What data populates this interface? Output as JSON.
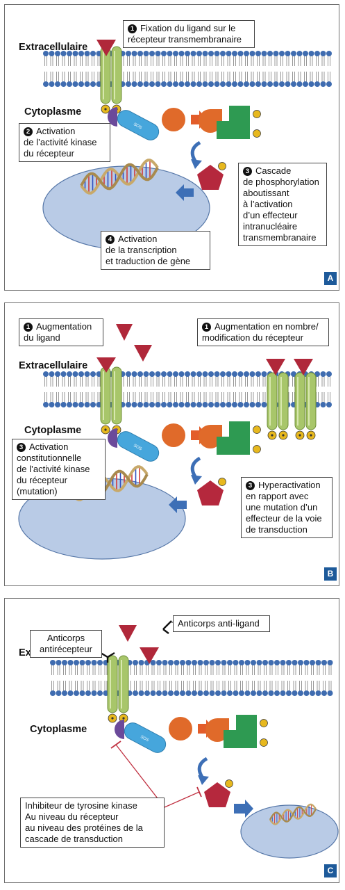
{
  "labels": {
    "extracellulaire": "Extracellulaire",
    "cytoplasme": "Cytoplasme",
    "sos": "SOS",
    "p": "P"
  },
  "panel_a": {
    "letter": "A",
    "step1": {
      "num": "1",
      "lines": [
        "Fixation du ligand sur le",
        "récepteur transmembranaire"
      ]
    },
    "step2": {
      "num": "2",
      "lines": [
        "Activation",
        "de l’activité kinase",
        "du récepteur"
      ]
    },
    "step3": {
      "num": "3",
      "lines": [
        "Cascade",
        "de phosphorylation",
        "aboutissant",
        "à l’activation",
        "d’un effecteur",
        "intranucléaire",
        "transmembranaire"
      ]
    },
    "step4": {
      "num": "4",
      "lines": [
        "Activation",
        "de la transcription",
        "et traduction de gène"
      ]
    }
  },
  "panel_b": {
    "letter": "B",
    "step1a": {
      "num": "1",
      "lines": [
        "Augmentation",
        "du ligand"
      ]
    },
    "step1b": {
      "num": "1",
      "lines": [
        "Augmentation en nombre/",
        "modification du récepteur"
      ]
    },
    "step3a": {
      "num": "3",
      "lines": [
        "Activation",
        "constitutionnelle",
        "de l’activité kinase",
        "du récepteur",
        "(mutation)"
      ]
    },
    "step3b": {
      "num": "3",
      "lines": [
        "Hyperactivation",
        "en rapport avec",
        "une mutation d’un",
        "effecteur de la voie",
        "de transduction"
      ]
    }
  },
  "panel_c": {
    "letter": "C",
    "anti_ligand": "Anticorps anti-ligand",
    "anti_receptor": [
      "Anticorps",
      "antirécepteur"
    ],
    "inhibitor": [
      "Inhibiteur de tyrosine kinase",
      "Au niveau du récepteur",
      "au niveau des protéines de la",
      "cascade de transduction"
    ]
  },
  "colors": {
    "ligand": "#b0283a",
    "receptor": "#a8c66a",
    "membrane": "#3f6cb0",
    "sos": "#46a6dc",
    "ras": "#e06a2a",
    "effector": "#2e9a52",
    "nucleus": "#b9cbe6",
    "pentagon": "#b5283d",
    "arrow": "#3d6fb6",
    "inhibition": "#c03040",
    "phospho": "#e7b81e"
  }
}
